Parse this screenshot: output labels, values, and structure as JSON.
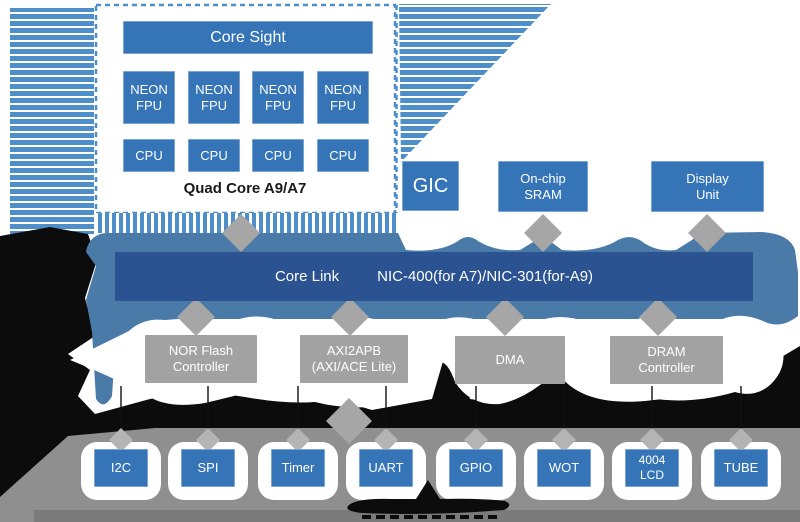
{
  "quad_core": {
    "core_sight": "Core Sight",
    "neon": [
      "NEON\nFPU",
      "NEON\nFPU",
      "NEON\nFPU",
      "NEON\nFPU"
    ],
    "cpu": [
      "CPU",
      "CPU",
      "CPU",
      "CPU"
    ],
    "label": "Quad Core A9/A7"
  },
  "mid_row": {
    "gic": "GIC",
    "sram": "On-chip\nSRAM",
    "display": "Display\nUnit"
  },
  "bus": {
    "left": "Core Link",
    "right": "NIC-400(for A7)/NIC-301(for-A9)"
  },
  "controllers": [
    "NOR Flash\nController",
    "AXI2APB\n(AXI/ACE Lite)",
    "DMA",
    "DRAM\nController"
  ],
  "peripherals": [
    "I2C",
    "SPI",
    "Timer",
    "UART",
    "GPIO",
    "WOT",
    "4004\nLCD",
    "TUBE"
  ],
  "colors": {
    "block_blue": "#3575b7",
    "hatch_blue": "#4e8fc9",
    "band_blue": "#4a7aa8",
    "bus_blue": "#2b5291",
    "controller_gray": "#a2a2a2",
    "diamond_gray": "#a6a6a6",
    "small_diamond_gray": "#b4b4b4",
    "strip_gray": "#8f8f8f",
    "ink_black": "#0c0c0c"
  }
}
